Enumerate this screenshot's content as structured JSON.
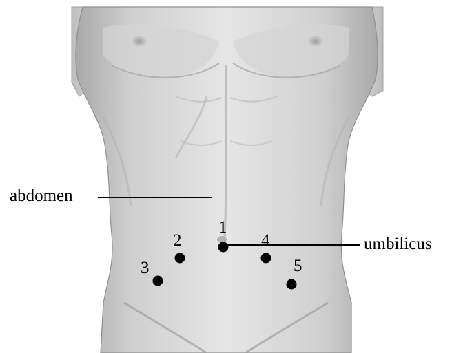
{
  "labels": {
    "abdomen": "abdomen",
    "umbilicus": "umbilicus"
  },
  "points": [
    {
      "id": "1",
      "label": "1"
    },
    {
      "id": "2",
      "label": "2"
    },
    {
      "id": "3",
      "label": "3"
    },
    {
      "id": "4",
      "label": "4"
    },
    {
      "id": "5",
      "label": "5"
    }
  ],
  "colors": {
    "skin_light": "#e2e2e2",
    "skin_mid": "#c9c9c9",
    "skin_shadow": "#9a9a9a",
    "outline": "#8a8a8a",
    "marker": "#000000"
  }
}
